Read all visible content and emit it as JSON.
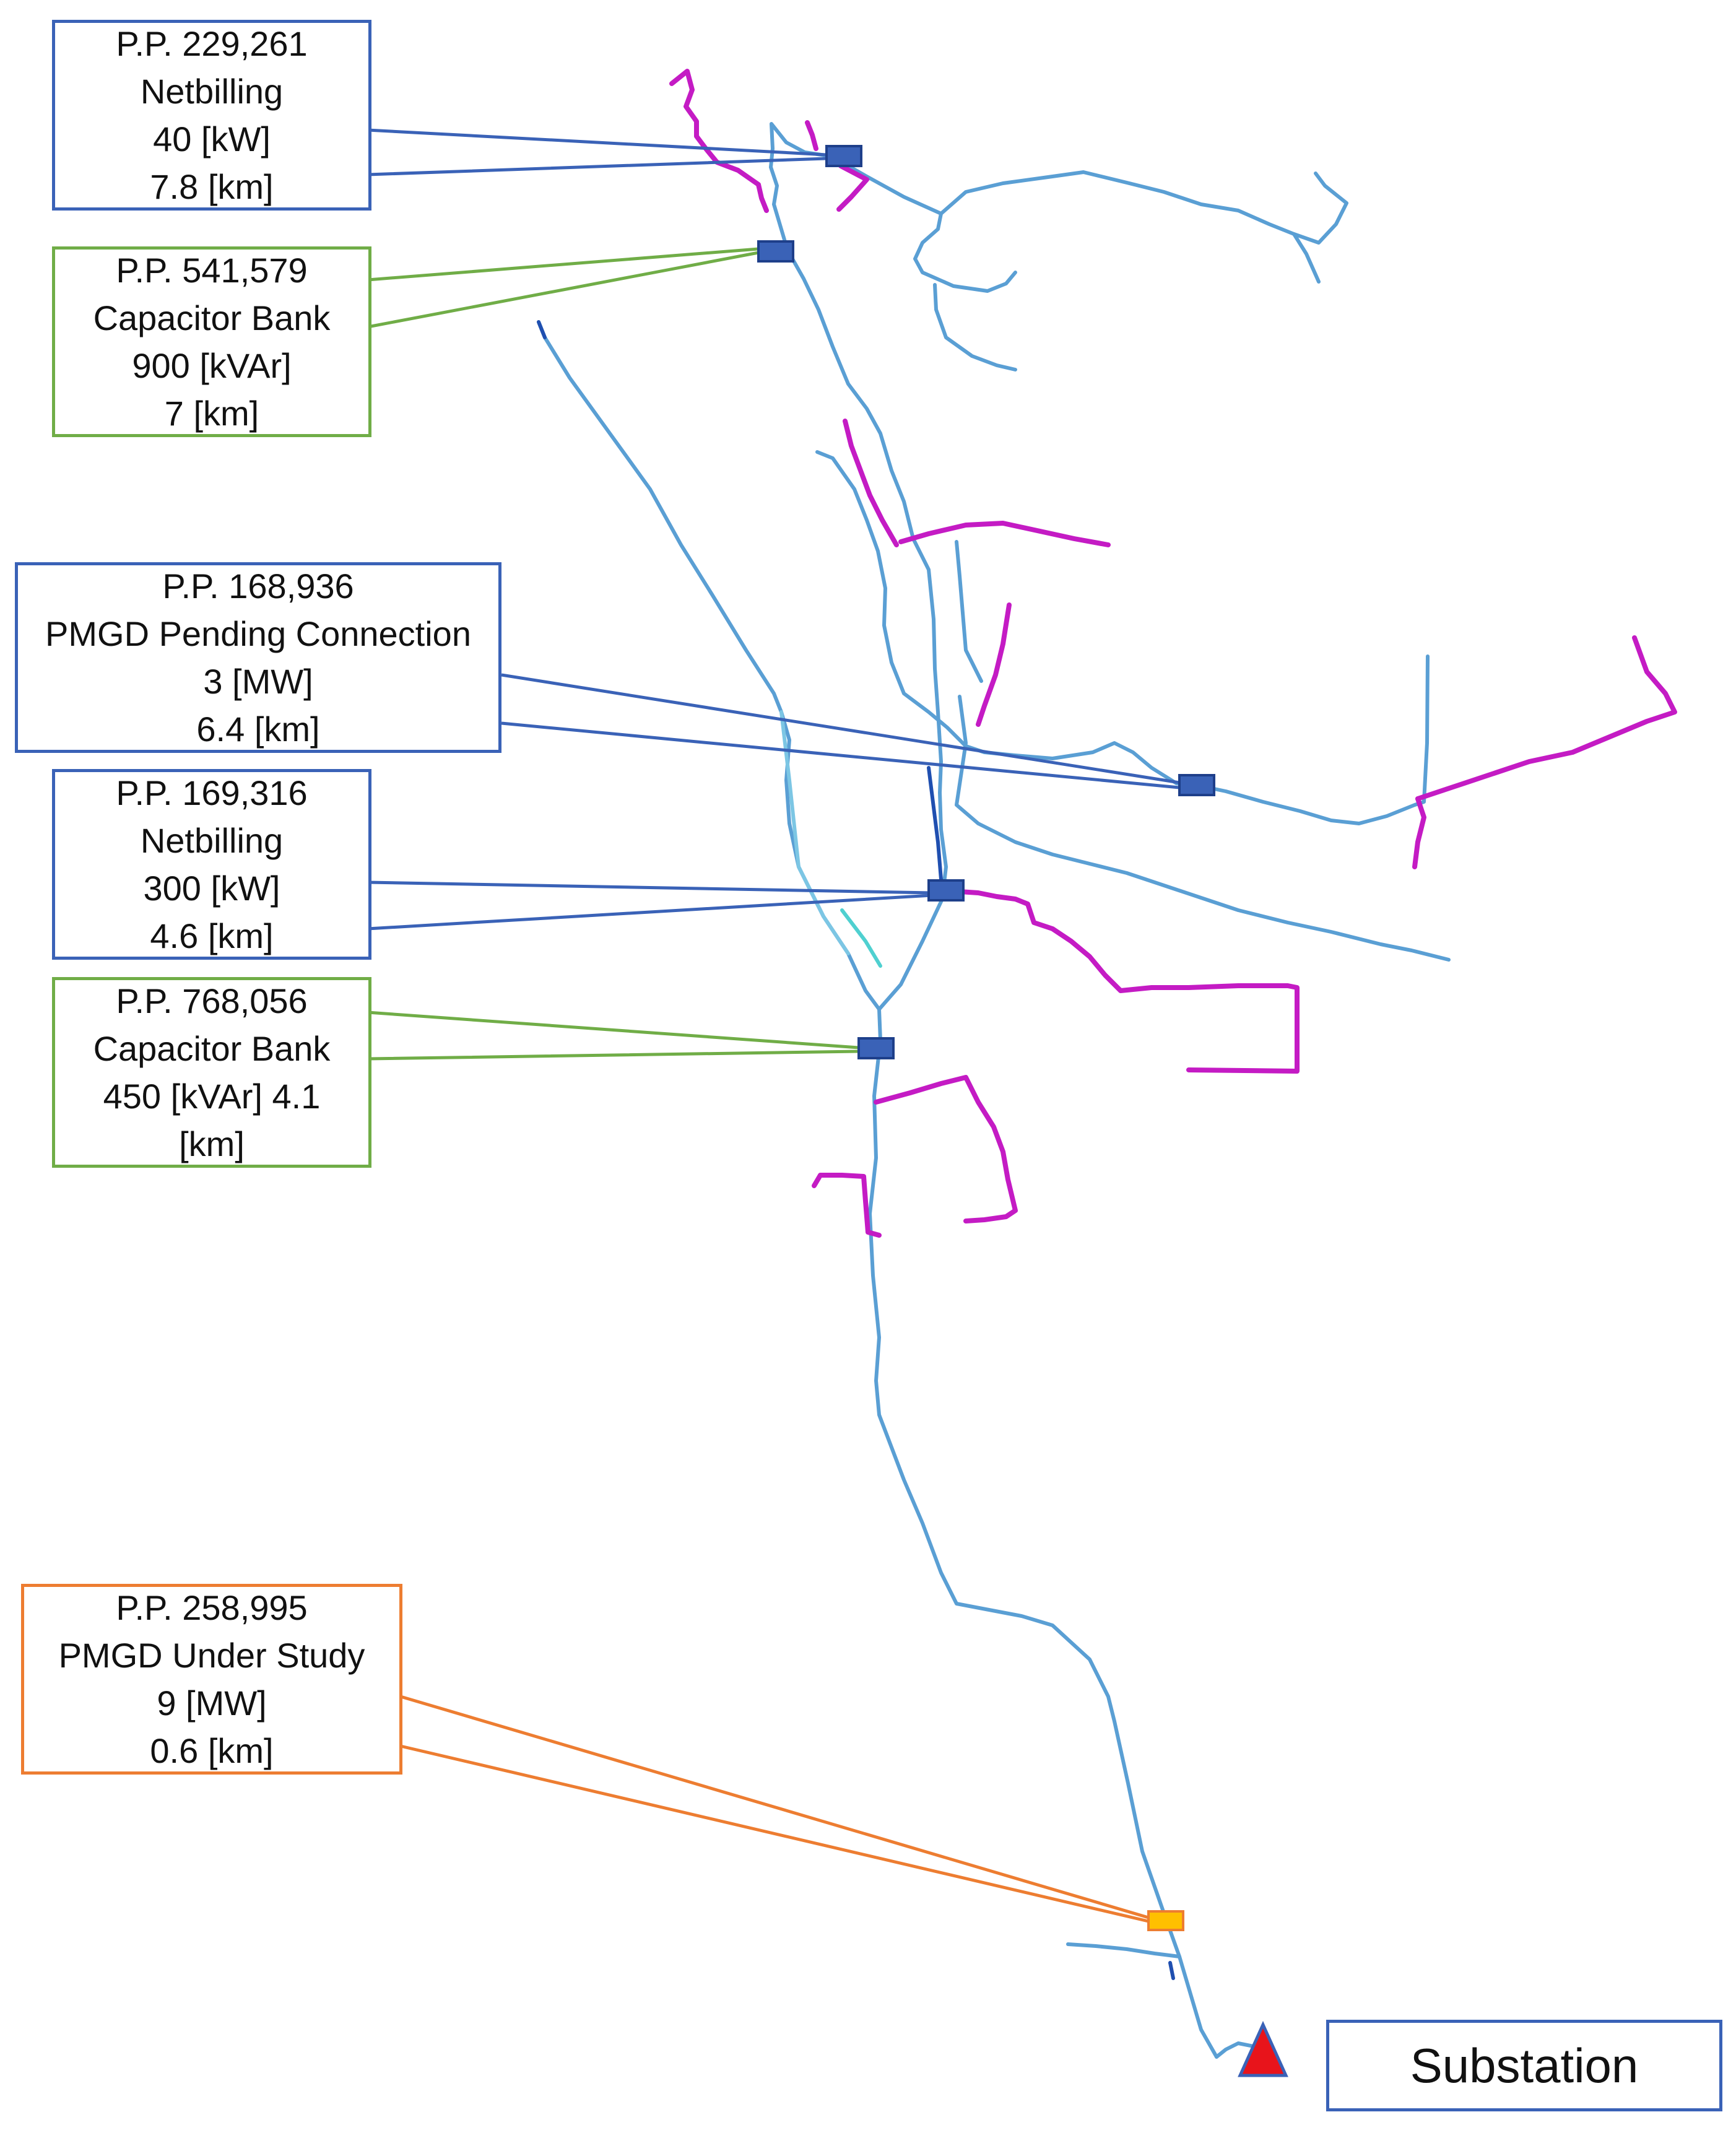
{
  "colors": {
    "blue_callout": "#3a62b7",
    "green_callout": "#70ad47",
    "orange_callout": "#ed7d31",
    "feeder_line": "#5a9fd4",
    "feeder_light": "#6fc0e0",
    "feeder_dark": "#1f4fb0",
    "lateral_magenta": "#c41bc4",
    "marker_blue": "#3a62b7",
    "marker_orange": "#ffc000",
    "substation_triangle": "#e8141b"
  },
  "callouts": [
    {
      "id": "pp-229261",
      "color": "blue",
      "lines": [
        "P.P. 229,261",
        "Netbilling",
        "40 [kW]",
        "7.8 [km]"
      ]
    },
    {
      "id": "pp-541579",
      "color": "green",
      "lines": [
        "P.P. 541,579",
        "Capacitor Bank",
        "900 [kVAr]",
        "7 [km]"
      ]
    },
    {
      "id": "pp-168936",
      "color": "blue",
      "lines": [
        "P.P. 168,936",
        "PMGD Pending Connection",
        "3 [MW]",
        "6.4 [km]"
      ]
    },
    {
      "id": "pp-169316",
      "color": "blue",
      "lines": [
        "P.P. 169,316",
        "Netbilling",
        "300 [kW]",
        "4.6 [km]"
      ]
    },
    {
      "id": "pp-768056",
      "color": "green",
      "lines": [
        "P.P. 768,056",
        "Capacitor Bank",
        "450 [kVAr] 4.1",
        "[km]"
      ]
    },
    {
      "id": "pp-258995",
      "color": "orange",
      "lines": [
        "P.P.  258,995",
        "PMGD Under Study",
        "9 [MW]",
        "0.6 [km]"
      ]
    }
  ],
  "substation": {
    "label": "Substation",
    "icon": "triangle-icon"
  }
}
